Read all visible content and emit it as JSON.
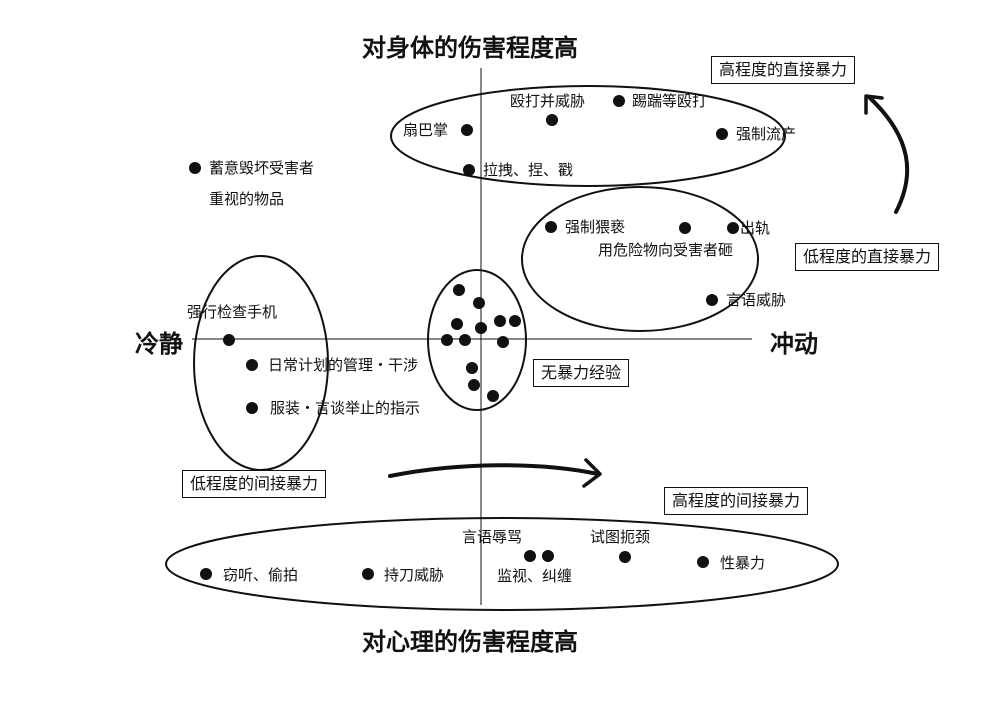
{
  "axes": {
    "top": "对身体的伤害程度高",
    "bottom": "对心理的伤害程度高",
    "left": "冷静",
    "right": "冲动"
  },
  "categories": {
    "high_direct": "高程度的直接暴力",
    "low_direct": "低程度的直接暴力",
    "low_indirect": "低程度的间接暴力",
    "high_indirect": "高程度的间接暴力",
    "no_violence": "无暴力经验"
  },
  "items": {
    "beat_threaten": "殴打并威胁",
    "kick": "踢踹等殴打",
    "slap": "扇巴掌",
    "forced_abortion": "强制流产",
    "pull_pinch": "拉拽、捏、戳",
    "destroy_line1": "蓄意毁坏受害者",
    "destroy_line2": "重视的物品",
    "indecent": "强制猥亵",
    "affair": "出轨",
    "throw": "用危险物向受害者砸",
    "verbal_threat": "言语威胁",
    "check_phone": "强行检查手机",
    "daily_plan": "日常计划的管理・干涉",
    "clothing": "服装・言谈举止的指示",
    "verbal_abuse": "言语辱骂",
    "strangle": "试图扼颈",
    "surveil": "监视、纠缠",
    "sexual": "性暴力",
    "eavesdrop": "窃听、偷拍",
    "knife": "持刀威胁"
  }
}
